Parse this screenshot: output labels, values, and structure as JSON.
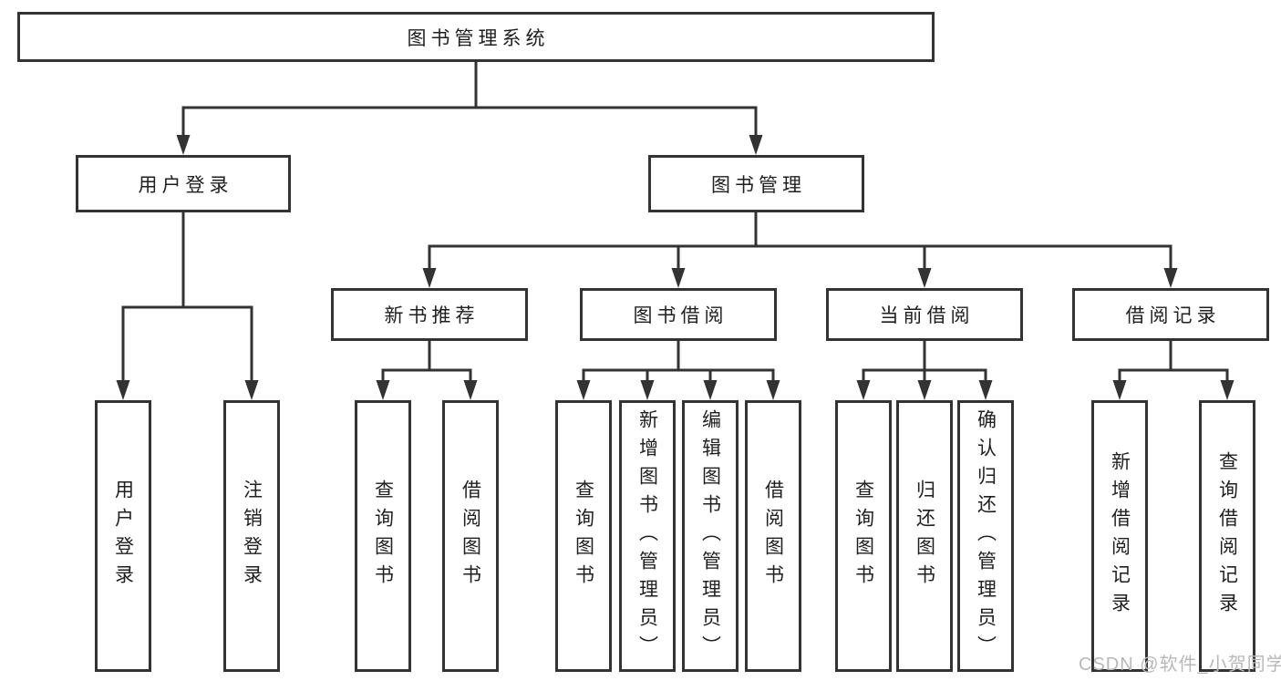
{
  "tree": {
    "root_label": "图书管理系统",
    "branches": [
      {
        "label": "用户登录",
        "children": [
          "用户登录",
          "注销登录"
        ]
      },
      {
        "label": "图书管理",
        "sections": [
          {
            "label": "新书推荐",
            "children": [
              "查询图书",
              "借阅图书"
            ]
          },
          {
            "label": "图书借阅",
            "children": [
              "查询图书",
              "新增图书（管理员）",
              "编辑图书（管理员）",
              "借阅图书"
            ]
          },
          {
            "label": "当前借阅",
            "children": [
              "查询图书",
              "归还图书",
              "确认归还（管理员）"
            ]
          },
          {
            "label": "借阅记录",
            "children": [
              "新增借阅记录",
              "查询借阅记录"
            ]
          }
        ]
      }
    ]
  },
  "watermark": {
    "text": "CSDN @软件_小贺同学"
  },
  "colors": {
    "line": "#333333",
    "box_border": "#333333",
    "text": "#1f1f1f",
    "background": "#ffffff",
    "watermark": "#b8b8b8"
  }
}
